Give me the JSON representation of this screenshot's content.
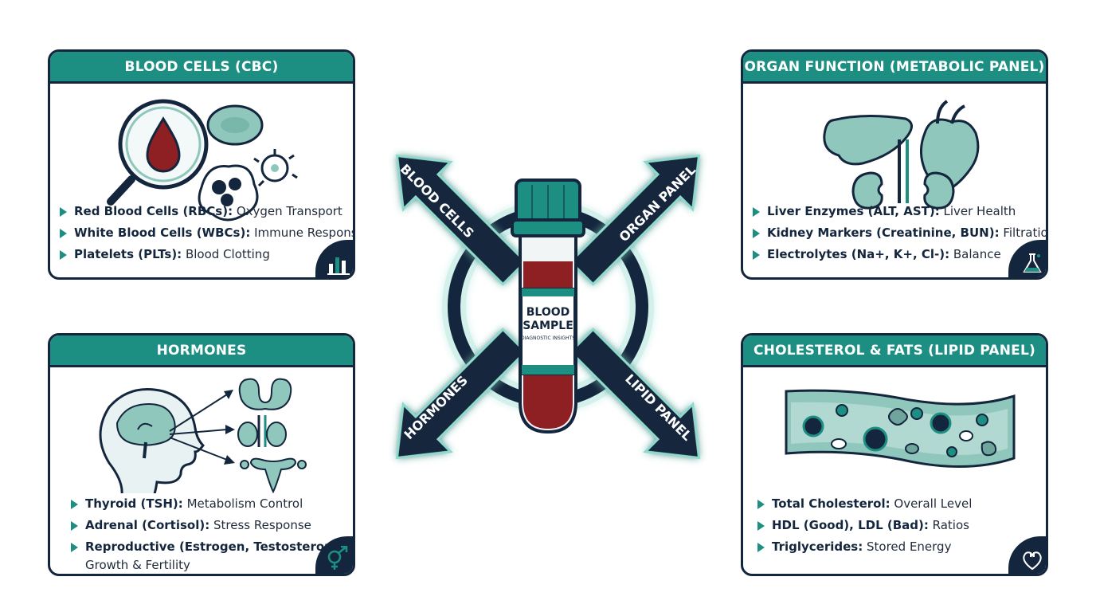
{
  "panels": {
    "blood_cells": {
      "title": "BLOOD CELLS (CBC)",
      "items": [
        {
          "bold": "Red Blood Cells (RBCs):",
          "text": " Oxygen Transport"
        },
        {
          "bold": "White Blood Cells (WBCs):",
          "text": " Immune Response"
        },
        {
          "bold": "Platelets (PLTs):",
          "text": " Blood Clotting"
        }
      ],
      "badge_icon": "bar-chart-icon"
    },
    "organ_function": {
      "title": "ORGAN FUNCTION (METABOLIC PANEL)",
      "items": [
        {
          "bold": "Liver Enzymes (ALT, AST):",
          "text": " Liver Health"
        },
        {
          "bold": "Kidney Markers (Creatinine, BUN):",
          "text": " Filtration"
        },
        {
          "bold": "Electrolytes (Na+, K+, Cl-):",
          "text": " Balance"
        }
      ],
      "badge_icon": "flask-icon"
    },
    "hormones": {
      "title": "HORMONES",
      "items": [
        {
          "bold": "Thyroid (TSH):",
          "text": " Metabolism Control"
        },
        {
          "bold": "Adrenal (Cortisol):",
          "text": " Stress Response"
        },
        {
          "bold": "Reproductive (Estrogen, Testosterone):",
          "text": "",
          "text2": "Growth & Fertility"
        }
      ],
      "badge_icon": "gender-symbol-icon"
    },
    "lipid": {
      "title": "CHOLESTEROL & FATS (LIPID PANEL)",
      "items": [
        {
          "bold": "Total Cholesterol:",
          "text": " Overall Level"
        },
        {
          "bold": "HDL (Good), LDL (Bad):",
          "text": " Ratios"
        },
        {
          "bold": "Triglycerides:",
          "text": " Stored Energy"
        }
      ],
      "badge_icon": "heart-icon"
    }
  },
  "arrows": {
    "top_left": "BLOOD CELLS",
    "top_right": "ORGAN PANEL",
    "bottom_left": "HORMONES",
    "bottom_right": "LIPID PANEL"
  },
  "tube": {
    "label_line1": "BLOOD",
    "label_line2": "SAMPLE",
    "label_sub": "DIAGNOSTIC INSIGHTS"
  },
  "colors": {
    "teal": "#1d8f82",
    "navy": "#14263d",
    "blood": "#8e1f22",
    "light_teal": "#8fc7bd"
  }
}
